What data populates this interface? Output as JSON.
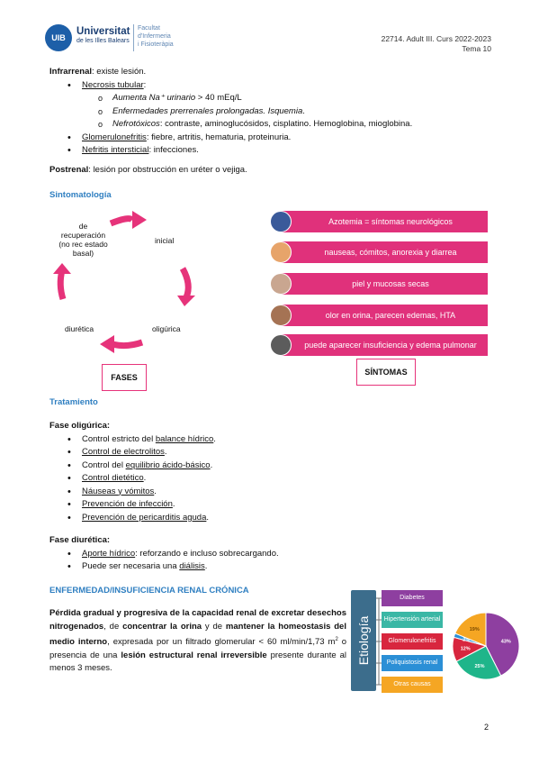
{
  "header": {
    "logo_text": "UIB",
    "university": "Universitat",
    "university_sub": "de les Illes Balears",
    "faculty_lines": [
      "Facultat",
      "d'Infermeria",
      "i Fisioteràpia"
    ],
    "course": "22714. Adult III. Curs 2022-2023",
    "topic": "Tema 10"
  },
  "infrarrenal": {
    "label": "Infrarrenal",
    "text": ": existe lesión.",
    "necrosis": {
      "label": "Necrosis tubular",
      "suffix": ":",
      "items": [
        {
          "em": "Aumenta Na⁺ urinario",
          "rest": " > 40 mEq/L"
        },
        {
          "em": "Enfermedades prerrenales prolongadas. Isquemia",
          "rest": "."
        },
        {
          "em": "Nefrotóxicos",
          "rest": ": contraste, aminoglucósidos, cisplatino. Hemoglobina, mioglobina."
        }
      ]
    },
    "glomerulo": {
      "label": "Glomerulonefritis",
      "rest": ": fiebre, artritis, hematuria, proteinuria."
    },
    "nefritis": {
      "label": "Nefritis intersticial",
      "rest": ": infecciones."
    }
  },
  "postrenal": {
    "label": "Postrenal",
    "text": ": lesión por obstrucción en uréter o vejiga."
  },
  "sintomatologia": {
    "title": "Sintomatología",
    "cycle": {
      "recovery": "de\nrecuperación\n(no rec estado\nbasal)",
      "initial": "inicial",
      "oliguric": "oligúrica",
      "diuretic": "diurética",
      "box": "FASES",
      "arrow_color": "#e6337a"
    },
    "symptoms": [
      {
        "text": "Azotemia = síntomas neurológicos",
        "icon": "brain-icon",
        "color": "#3a5a9a"
      },
      {
        "text": "nauseas, cómitos, anorexia y diarrea",
        "icon": "stomach-icon",
        "color": "#e7a46a"
      },
      {
        "text": "piel y mucosas secas",
        "icon": "skin-icon",
        "color": "#c9a690"
      },
      {
        "text": "olor en orina, parecen edemas, HTA",
        "icon": "feet-icon",
        "color": "#a57354"
      },
      {
        "text": "puede aparecer insuficiencia y edema pulmonar",
        "icon": "lung-xray-icon",
        "color": "#5c5c5c"
      }
    ],
    "symptoms_box": "SÍNTOMAS",
    "bar_color": "#e0317b"
  },
  "tratamiento": {
    "title": "Tratamiento",
    "oliguric_title": "Fase oligúrica",
    "oliguric_items": [
      {
        "pre": "Control estricto del ",
        "u": "balance hídrico",
        "post": "."
      },
      {
        "pre": "",
        "u": "Control de electrolitos",
        "post": "."
      },
      {
        "pre": "Control del ",
        "u": "equilibrio ácido-básico",
        "post": "."
      },
      {
        "pre": "",
        "u": "Control dietético",
        "post": "."
      },
      {
        "pre": "",
        "u": "Náuseas y vómitos",
        "post": "."
      },
      {
        "pre": "",
        "u": "Prevención de infección",
        "post": "."
      },
      {
        "pre": "",
        "u": "Prevención de pericarditis aguda",
        "post": "."
      }
    ],
    "diuretic_title": "Fase diurética",
    "diuretic_items": [
      {
        "pre": "",
        "u": "Aporte hídrico",
        "post": ": reforzando e incluso sobrecargando."
      },
      {
        "pre": "Puede ser necesaria una ",
        "u": "diálisis",
        "post": "."
      }
    ]
  },
  "erc": {
    "title": "ENFERMEDAD/INSUFICIENCIA RENAL CRÓNICA",
    "p1_b": "Pérdida gradual y progresiva de la capacidad renal de excretar desechos nitrogenados",
    "p2": ", de ",
    "p3_b": "concentrar la orina",
    "p4": " y de ",
    "p5_b": "mantener la homeostasis del medio interno",
    "p6": ", expresada por un filtrado glomerular < 60 ml/min/1,73 m",
    "p6_sup": "2",
    "p7": " o presencia de una ",
    "p8_b": "lesión estructural renal irreversible",
    "p9": " presente durante al menos 3 meses."
  },
  "etiologia": {
    "label": "Etiología",
    "causes": [
      {
        "name": "Diabetes",
        "color": "#8e3fa0"
      },
      {
        "name": "Hipertensión arterial",
        "color": "#3ab7a5"
      },
      {
        "name": "Glomerulonefritis",
        "color": "#d8263e"
      },
      {
        "name": "Poliquistosis renal",
        "color": "#2b8fd6"
      },
      {
        "name": "Otras causas",
        "color": "#f5a623"
      }
    ],
    "chart_data": {
      "type": "pie",
      "categories": [
        "Diabetes",
        "Hipertensión arterial",
        "Glomerulonefritis",
        "Poliquistosis renal",
        "Otras causas"
      ],
      "values": [
        43,
        25,
        12,
        2,
        19
      ],
      "data_labels": [
        "43%",
        "25%",
        "12%",
        "2%",
        "19%"
      ],
      "colors": [
        "#8e3fa0",
        "#1fb58a",
        "#d8263e",
        "#2b8fd6",
        "#f5a623"
      ]
    }
  },
  "page_number": "2"
}
